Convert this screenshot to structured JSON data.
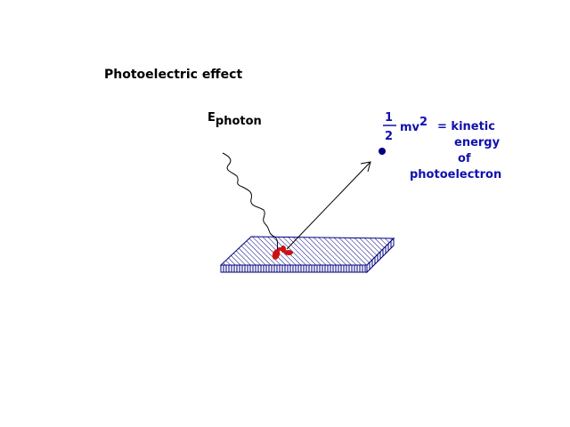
{
  "diagram": {
    "title": "Photoelectric effect",
    "photon_label": {
      "main": "E",
      "subscript": "photon"
    },
    "kinetic_energy_label": {
      "numerator": "1",
      "denominator": "2",
      "mv": "mv",
      "exponent": "2",
      "line1": "= kinetic",
      "line2": "energy",
      "line3": "of",
      "line4": "photoelectron"
    },
    "colors": {
      "text": "#000000",
      "label_blue": "#1010b0",
      "plate_hatch": "#000080",
      "atom_red": "#cc1010",
      "electron": "#000080"
    }
  }
}
